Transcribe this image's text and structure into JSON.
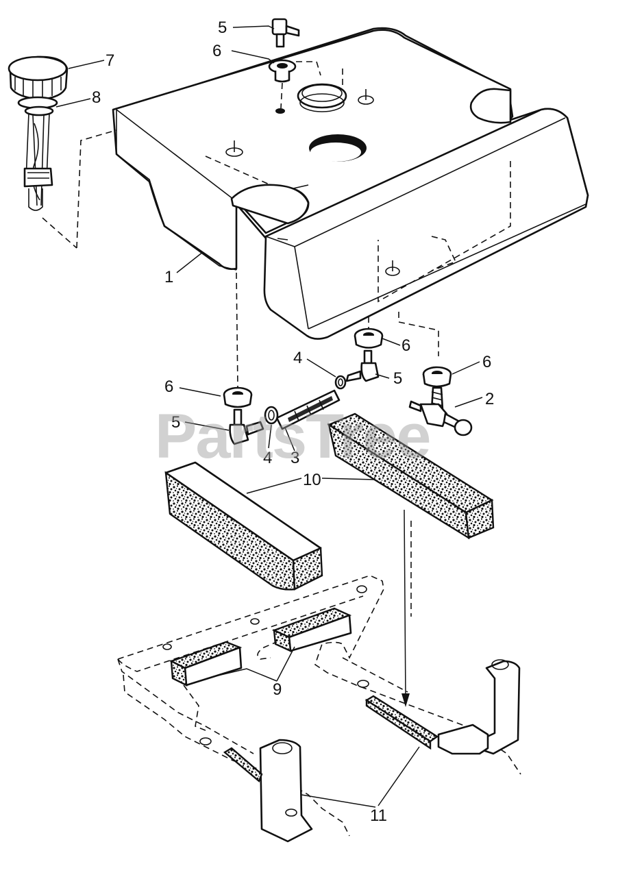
{
  "watermark": "PartsTree",
  "callouts": {
    "c1": "1",
    "c2": "2",
    "c3": "3",
    "c4a": "4",
    "c4b": "4",
    "c5a": "5",
    "c5b": "5",
    "c5c": "5",
    "c6a": "6",
    "c6b": "6",
    "c6c": "6",
    "c6d": "6",
    "c7": "7",
    "c8": "8",
    "c9": "9",
    "c10": "10",
    "c11": "11"
  }
}
